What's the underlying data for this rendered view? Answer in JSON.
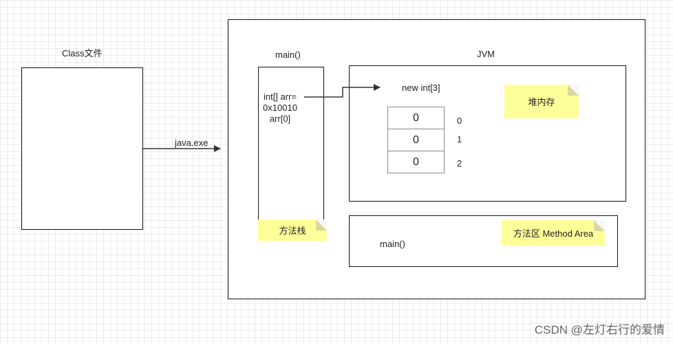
{
  "class_file": {
    "label": "Class文件"
  },
  "java_exe": {
    "label": "java.exe"
  },
  "jvm": {
    "label": "JVM"
  },
  "stack": {
    "frame_label": "main()",
    "line1": "int[] arr=",
    "line2": "0x10010",
    "line3": "arr[0]",
    "note": "方法栈"
  },
  "heap": {
    "new_label": "new int[3]",
    "note": "堆内存",
    "cells": [
      "0",
      "0",
      "0"
    ],
    "indices": [
      "0",
      "1",
      "2"
    ]
  },
  "method_area": {
    "note": "方法区 Method Area",
    "content": "main()"
  },
  "watermark": "CSDN @左灯右行的爱情"
}
